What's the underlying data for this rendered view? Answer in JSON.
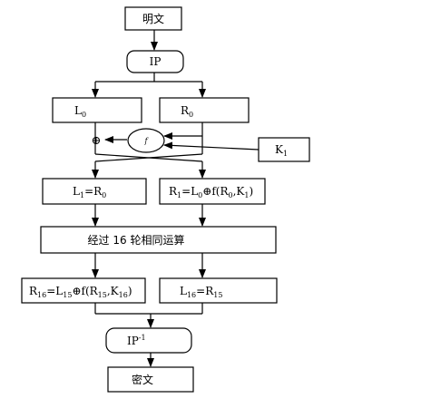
{
  "nodes": {
    "plaintext": "明文",
    "ip": "IP",
    "l0": {
      "base": "L",
      "sub": "0"
    },
    "r0": {
      "base": "R",
      "sub": "0"
    },
    "f": "f",
    "xor": "⊕",
    "k1": {
      "base": "K",
      "sub": "1"
    },
    "l1": {
      "base": "L",
      "sub": "1",
      "rest": "=R",
      "rest_sub": "0"
    },
    "r1": {
      "p1": "R",
      "p1_sub": "1",
      "p2": "=L",
      "p2_sub": "0",
      "p3": "⊕f(R",
      "p3_sub": "0",
      "p4": ",K",
      "p4_sub": "1",
      "p5": ")"
    },
    "rounds": "经过 16 轮相同运算",
    "r16": {
      "p1": "R",
      "p1_sub": "16",
      "p2": "=L",
      "p2_sub": "15",
      "p3": "⊕f(R",
      "p3_sub": "15",
      "p4": ",K",
      "p4_sub": "16",
      "p5": ")"
    },
    "l16": {
      "p1": "L",
      "p1_sub": "16",
      "p2": "=R",
      "p2_sub": "15"
    },
    "ip_inv": {
      "base": "IP",
      "sup": "-1"
    },
    "ciphertext": "密文"
  }
}
